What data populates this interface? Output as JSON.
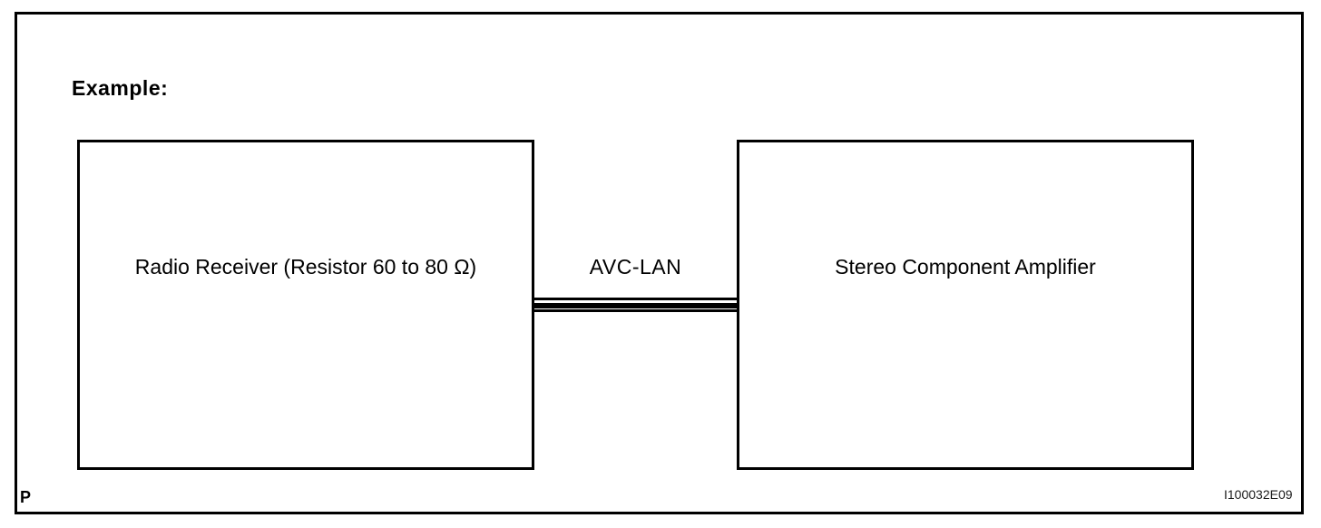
{
  "diagram": {
    "example_label": "Example:",
    "left_box": {
      "label": "Radio Receiver (Resistor 60 to 80 Ω)"
    },
    "bus": {
      "label": "AVC-LAN"
    },
    "right_box": {
      "label": "Stereo Component Amplifier"
    },
    "page_marker": "P",
    "figure_code": "I100032E09",
    "colors": {
      "line": "#000000",
      "background": "#ffffff"
    }
  }
}
